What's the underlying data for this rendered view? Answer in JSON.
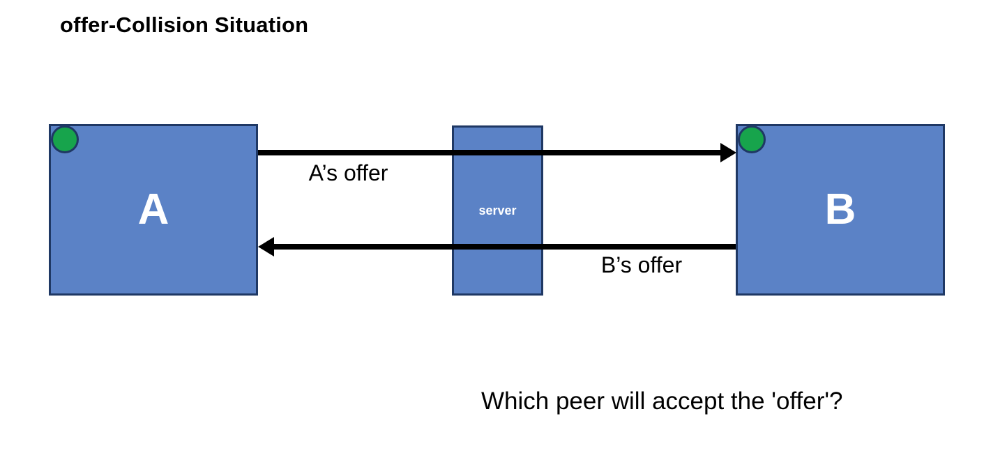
{
  "title": "offer-Collision Situation",
  "diagram": {
    "peer_a": {
      "label": "A",
      "status_dot": "green-circle"
    },
    "peer_b": {
      "label": "B",
      "status_dot": "green-circle"
    },
    "server": {
      "label": "server"
    },
    "arrows": [
      {
        "label": "A’s offer",
        "from": "A",
        "to": "B",
        "direction": "right"
      },
      {
        "label": "B’s offer",
        "from": "B",
        "to": "A",
        "direction": "left"
      }
    ],
    "question": "Which peer will accept the 'offer'?",
    "colors": {
      "box_fill": "#5b82c6",
      "box_border": "#1f3864",
      "status_dot_fill": "#17a44c",
      "arrow": "#000000",
      "text": "#000000",
      "background": "#ffffff"
    }
  }
}
